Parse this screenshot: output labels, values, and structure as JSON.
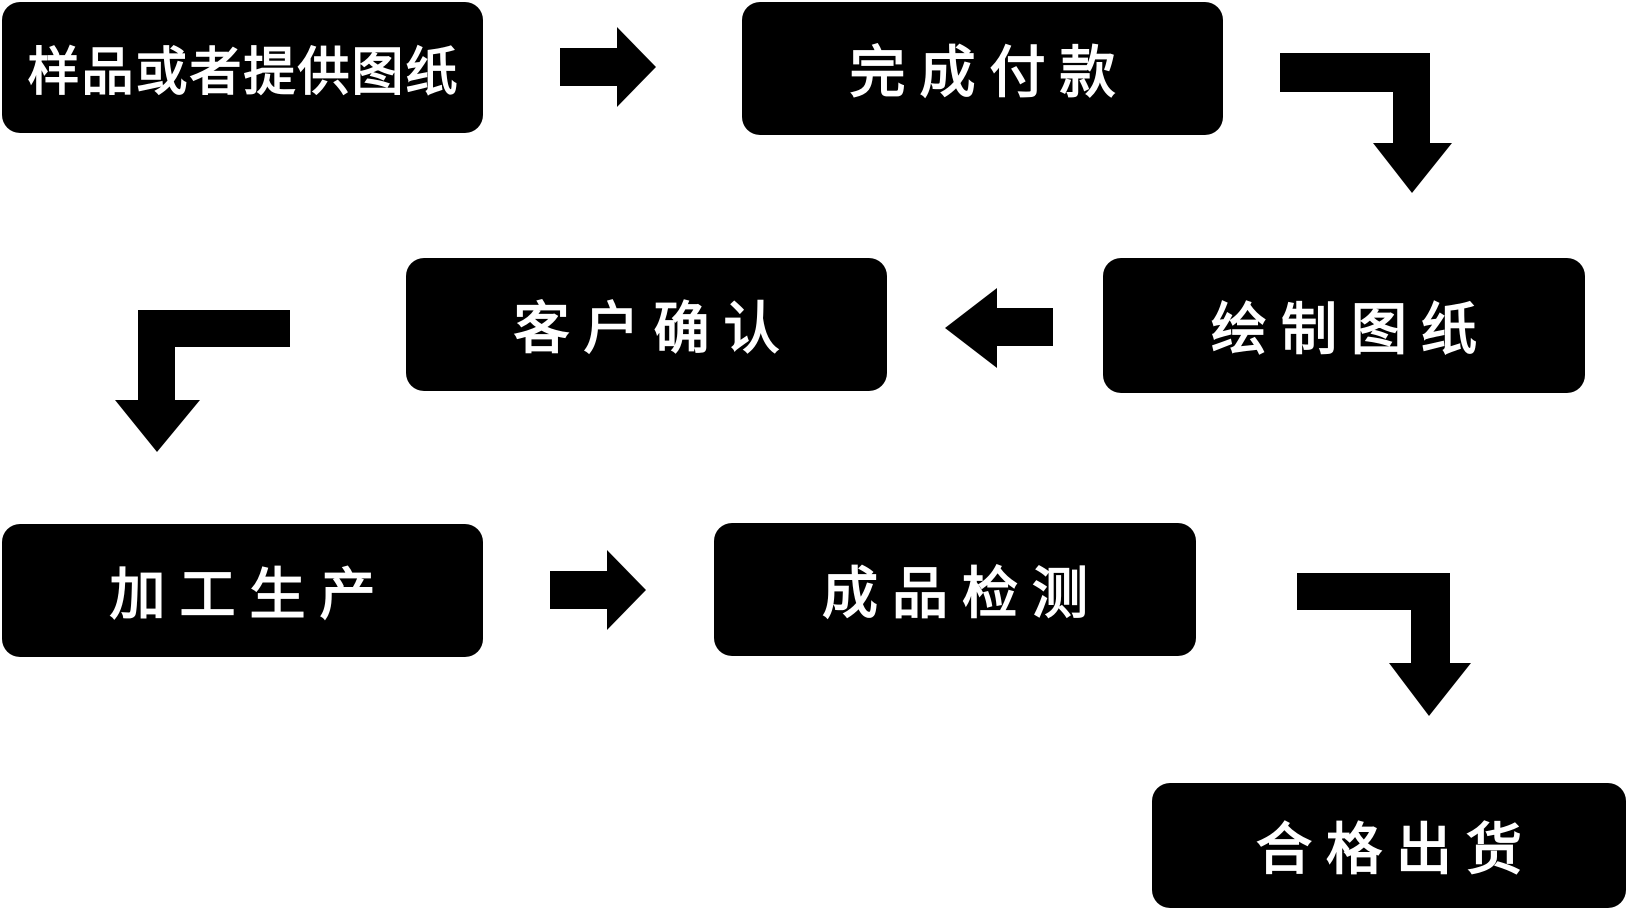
{
  "diagram": {
    "type": "flowchart",
    "background_color": "#ffffff",
    "node_fill_color": "#000000",
    "node_text_color": "#ffffff",
    "arrow_color": "#000000",
    "nodes": [
      {
        "id": "node-1",
        "label": "样品或者提供图纸"
      },
      {
        "id": "node-2",
        "label": "完成付款"
      },
      {
        "id": "node-3",
        "label": "绘制图纸"
      },
      {
        "id": "node-4",
        "label": "客户确认"
      },
      {
        "id": "node-5",
        "label": "加工生产"
      },
      {
        "id": "node-6",
        "label": "成品检测"
      },
      {
        "id": "node-7",
        "label": "合格出货"
      }
    ],
    "edges": [
      {
        "from": "样品或者提供图纸",
        "to": "完成付款",
        "shape": "right-arrow"
      },
      {
        "from": "完成付款",
        "to": "绘制图纸",
        "shape": "elbow-right-down-arrow"
      },
      {
        "from": "绘制图纸",
        "to": "客户确认",
        "shape": "left-arrow"
      },
      {
        "from": "客户确认",
        "to": "加工生产",
        "shape": "elbow-left-down-arrow"
      },
      {
        "from": "加工生产",
        "to": "成品检测",
        "shape": "right-arrow"
      },
      {
        "from": "成品检测",
        "to": "合格出货",
        "shape": "elbow-right-down-arrow"
      }
    ]
  }
}
